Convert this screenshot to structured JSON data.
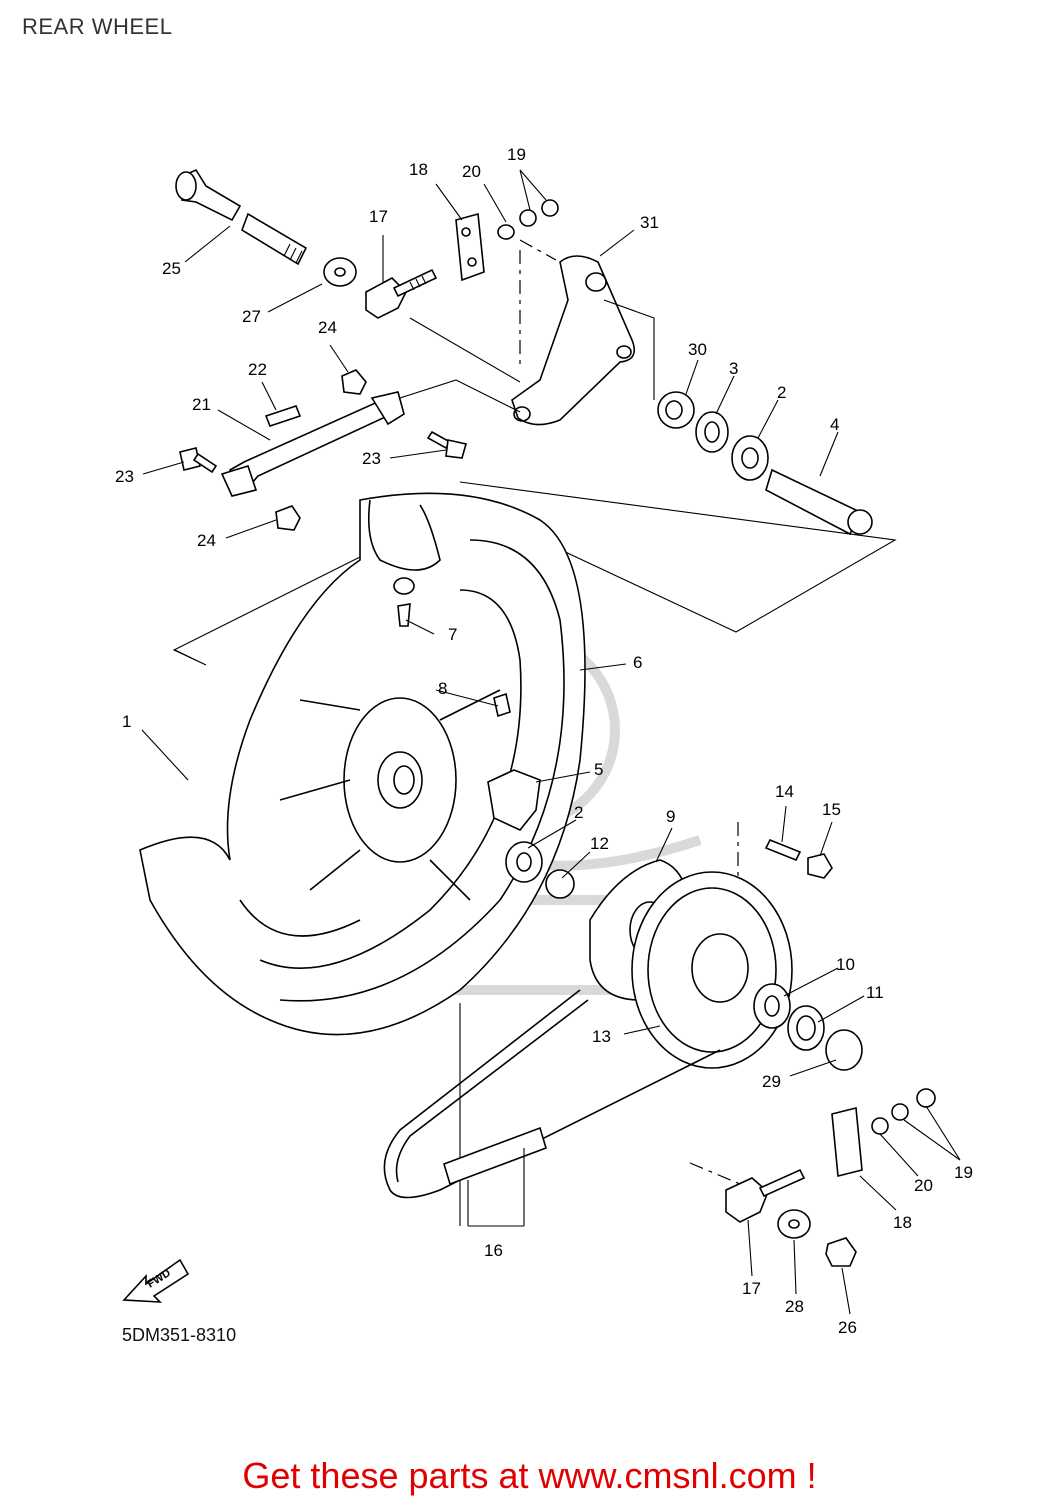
{
  "header": {
    "title": "REAR WHEEL"
  },
  "diagram": {
    "code": "5DM351-8310",
    "direction_label": "FWD",
    "callouts": [
      {
        "part": "1",
        "label": "1"
      },
      {
        "part": "2",
        "label": "2"
      },
      {
        "part": "2b",
        "label": "2"
      },
      {
        "part": "3",
        "label": "3"
      },
      {
        "part": "4",
        "label": "4"
      },
      {
        "part": "5",
        "label": "5"
      },
      {
        "part": "6",
        "label": "6"
      },
      {
        "part": "7",
        "label": "7"
      },
      {
        "part": "8",
        "label": "8"
      },
      {
        "part": "9",
        "label": "9"
      },
      {
        "part": "10",
        "label": "10"
      },
      {
        "part": "11",
        "label": "11"
      },
      {
        "part": "12",
        "label": "12"
      },
      {
        "part": "13",
        "label": "13"
      },
      {
        "part": "14",
        "label": "14"
      },
      {
        "part": "15",
        "label": "15"
      },
      {
        "part": "16",
        "label": "16"
      },
      {
        "part": "17",
        "label": "17"
      },
      {
        "part": "17b",
        "label": "17"
      },
      {
        "part": "18",
        "label": "18"
      },
      {
        "part": "18b",
        "label": "18"
      },
      {
        "part": "19",
        "label": "19"
      },
      {
        "part": "19b",
        "label": "19"
      },
      {
        "part": "20",
        "label": "20"
      },
      {
        "part": "20b",
        "label": "20"
      },
      {
        "part": "21",
        "label": "21"
      },
      {
        "part": "22",
        "label": "22"
      },
      {
        "part": "23",
        "label": "23"
      },
      {
        "part": "23b",
        "label": "23"
      },
      {
        "part": "24",
        "label": "24"
      },
      {
        "part": "24b",
        "label": "24"
      },
      {
        "part": "25",
        "label": "25"
      },
      {
        "part": "26",
        "label": "26"
      },
      {
        "part": "27",
        "label": "27"
      },
      {
        "part": "28",
        "label": "28"
      },
      {
        "part": "29",
        "label": "29"
      },
      {
        "part": "30",
        "label": "30"
      },
      {
        "part": "31",
        "label": "31"
      }
    ]
  },
  "footer": {
    "promo_text": "Get these parts at www.cmsnl.com !",
    "promo_color": "#e00000"
  }
}
